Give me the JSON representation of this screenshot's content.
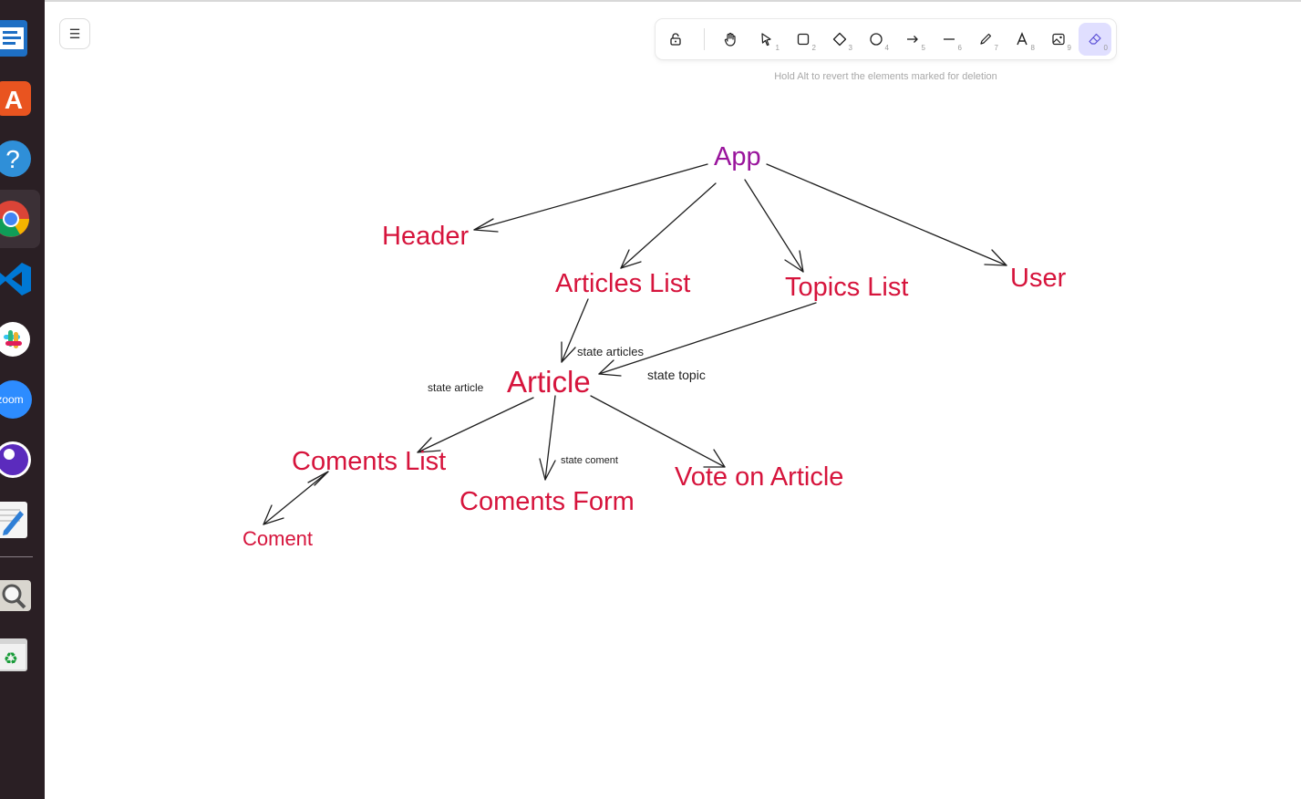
{
  "dock": {
    "apps": [
      {
        "name": "libreoffice-impress-icon"
      },
      {
        "name": "app-center-icon"
      },
      {
        "name": "help-icon"
      },
      {
        "name": "chrome-icon"
      },
      {
        "name": "vscode-icon"
      },
      {
        "name": "slack-icon"
      },
      {
        "name": "zoom-icon",
        "label": "zoom"
      },
      {
        "name": "media-icon"
      },
      {
        "name": "text-editor-icon"
      },
      {
        "name": "image-viewer-icon"
      },
      {
        "name": "trash-icon"
      }
    ]
  },
  "toolbar": {
    "tools": [
      {
        "name": "lock-icon",
        "key": ""
      },
      {
        "name": "hand-icon",
        "key": ""
      },
      {
        "name": "selection-icon",
        "key": "1"
      },
      {
        "name": "rectangle-icon",
        "key": "2"
      },
      {
        "name": "diamond-icon",
        "key": "3"
      },
      {
        "name": "ellipse-icon",
        "key": "4"
      },
      {
        "name": "arrow-icon",
        "key": "5"
      },
      {
        "name": "line-icon",
        "key": "6"
      },
      {
        "name": "draw-icon",
        "key": "7"
      },
      {
        "name": "text-icon",
        "key": "8"
      },
      {
        "name": "image-icon",
        "key": "9"
      },
      {
        "name": "eraser-icon",
        "key": "0",
        "active": true
      }
    ],
    "hint": "Hold Alt to revert the elements marked for deletion"
  },
  "diagram": {
    "nodes": {
      "app": "App",
      "header": "Header",
      "articles_list": "Articles List",
      "topics_list": "Topics List",
      "user": "User",
      "article": "Article",
      "coments_list": "Coments List",
      "coments_form": "Coments Form",
      "vote_on_article": "Vote on Article",
      "coment": "Coment"
    },
    "edge_labels": {
      "state_articles": "state articles",
      "state_topic": "state topic",
      "state_article": "state article",
      "state_coment": "state coment"
    },
    "colors": {
      "node_red": "#d6143c",
      "node_purple": "#99149c",
      "arrow": "#1e1e1e",
      "eraser_active_bg": "#e0dfff"
    }
  }
}
